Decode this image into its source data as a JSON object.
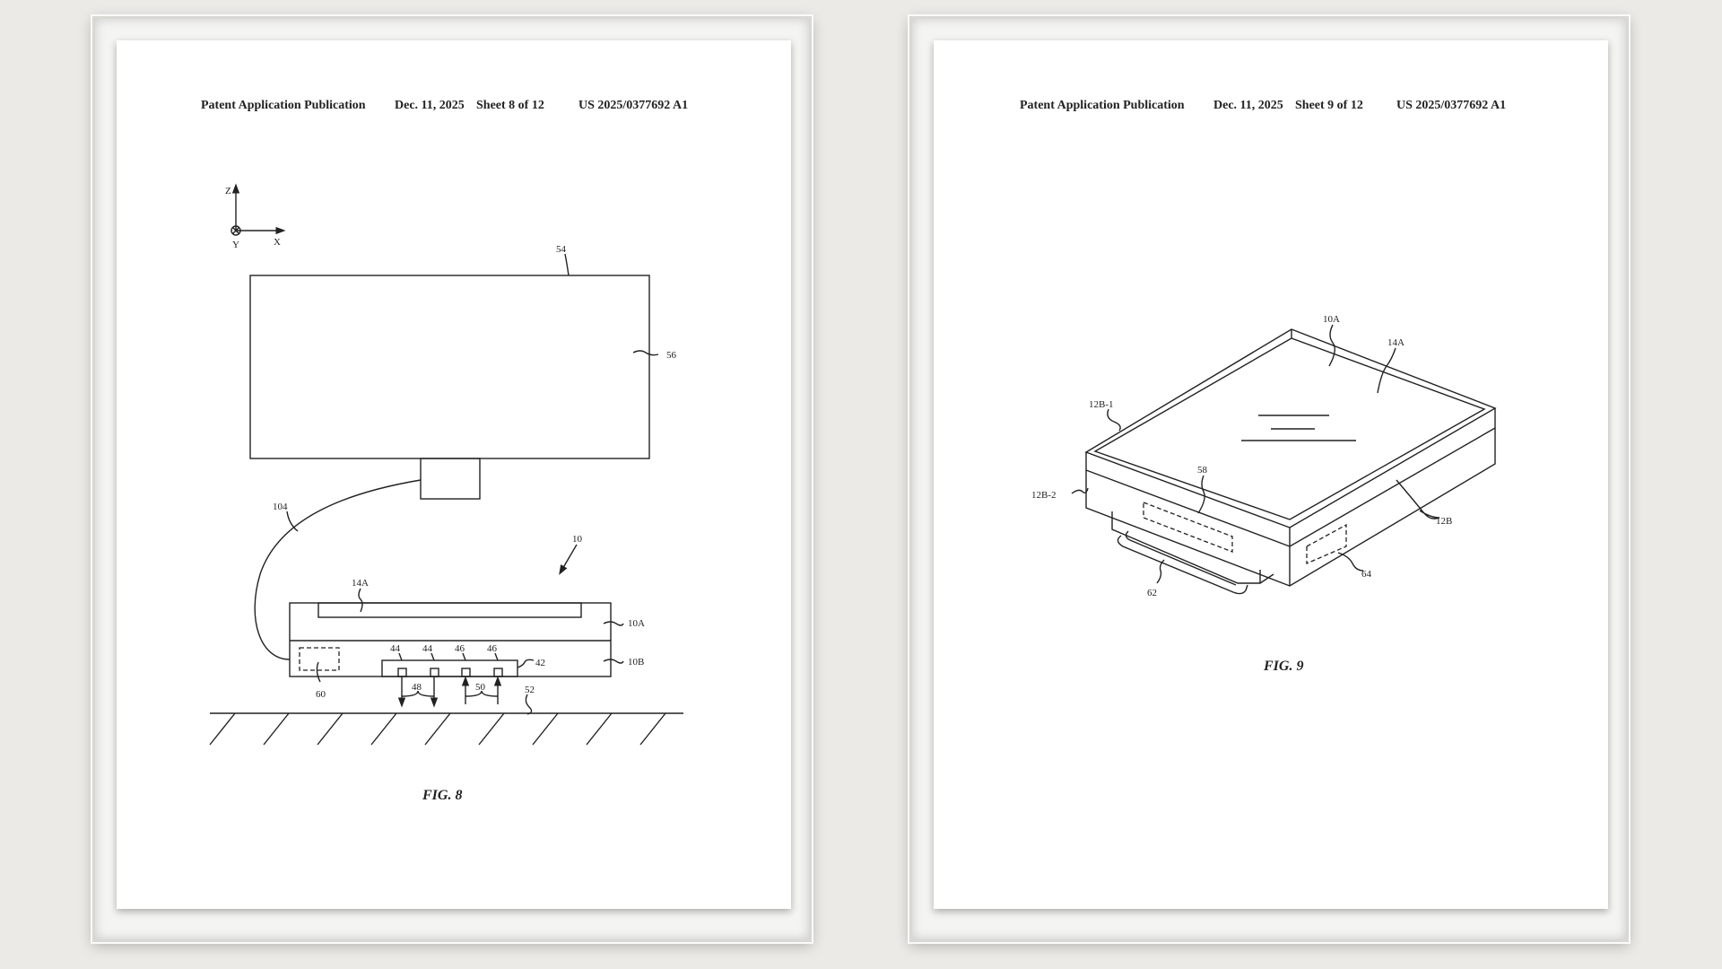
{
  "sheets": [
    {
      "header": {
        "publication": "Patent Application Publication",
        "date": "Dec. 11, 2025",
        "sheet": "Sheet 8 of 12",
        "number": "US 2025/0377692 A1"
      },
      "axes": {
        "z": "Z",
        "x": "X",
        "y": "Y"
      },
      "labels": {
        "l54": "54",
        "l56": "56",
        "l104": "104",
        "l10": "10",
        "l14A": "14A",
        "l10A": "10A",
        "l10B": "10B",
        "l42": "42",
        "l44a": "44",
        "l44b": "44",
        "l46a": "46",
        "l46b": "46",
        "l48": "48",
        "l50": "50",
        "l52": "52",
        "l60": "60"
      },
      "caption": "FIG. 8"
    },
    {
      "header": {
        "publication": "Patent Application Publication",
        "date": "Dec. 11, 2025",
        "sheet": "Sheet 9 of 12",
        "number": "US 2025/0377692 A1"
      },
      "labels": {
        "l10A": "10A",
        "l14A": "14A",
        "l12B1": "12B-1",
        "l12B2": "12B-2",
        "l58": "58",
        "l12B": "12B",
        "l64": "64",
        "l62": "62"
      },
      "caption": "FIG. 9"
    }
  ]
}
